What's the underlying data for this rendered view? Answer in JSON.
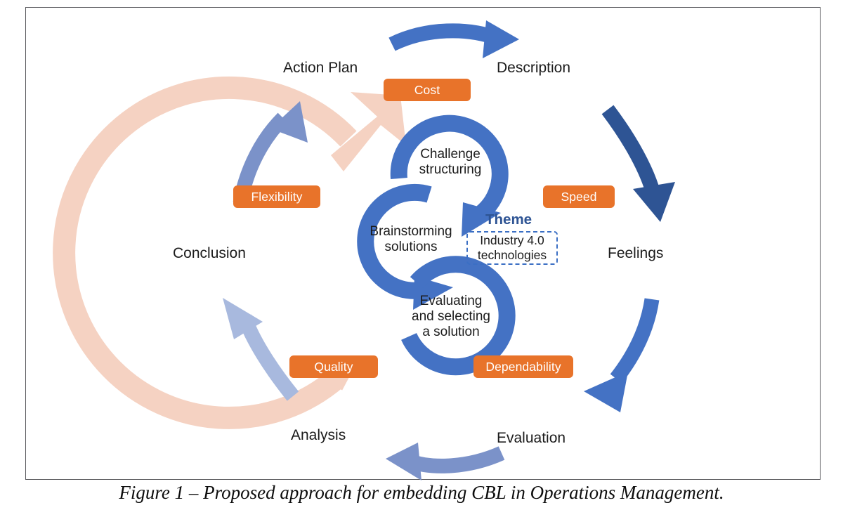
{
  "figure": {
    "caption": "Figure 1 – Proposed approach for embedding CBL in Operations Management."
  },
  "colors": {
    "orange_chip": "#E8732A",
    "pink_ring": "#F5D2C2",
    "blue_medium": "#4472C4",
    "blue_dark": "#2E5494",
    "blue_light": "#7B92C9",
    "blue_lighter": "#A8B9DE",
    "theme_blue": "#2E5494",
    "frame_border": "#58585c",
    "text": "#1b1b1b"
  },
  "outer_cycle": {
    "name": "gibbs-reflective-cycle-stages",
    "stages": [
      {
        "label": "Description",
        "position": "top-right"
      },
      {
        "label": "Feelings",
        "position": "right"
      },
      {
        "label": "Evaluation",
        "position": "bottom-right"
      },
      {
        "label": "Analysis",
        "position": "bottom-left"
      },
      {
        "label": "Conclusion",
        "position": "left"
      },
      {
        "label": "Action Plan",
        "position": "top-left"
      }
    ]
  },
  "performance_objectives": {
    "name": "operations-performance-objectives",
    "chips": [
      {
        "label": "Cost",
        "position": "top"
      },
      {
        "label": "Speed",
        "position": "right"
      },
      {
        "label": "Dependability",
        "position": "bottom-right"
      },
      {
        "label": "Quality",
        "position": "bottom-left"
      },
      {
        "label": "Flexibility",
        "position": "left"
      }
    ]
  },
  "core_cycle": {
    "name": "cbl-core-steps",
    "steps": [
      {
        "label": "Challenge\nstructuring"
      },
      {
        "label": "Brainstorming\nsolutions"
      },
      {
        "label": "Evaluating\nand selecting\na solution"
      }
    ]
  },
  "theme": {
    "title": "Theme",
    "value": "Industry 4.0\ntechnologies"
  }
}
